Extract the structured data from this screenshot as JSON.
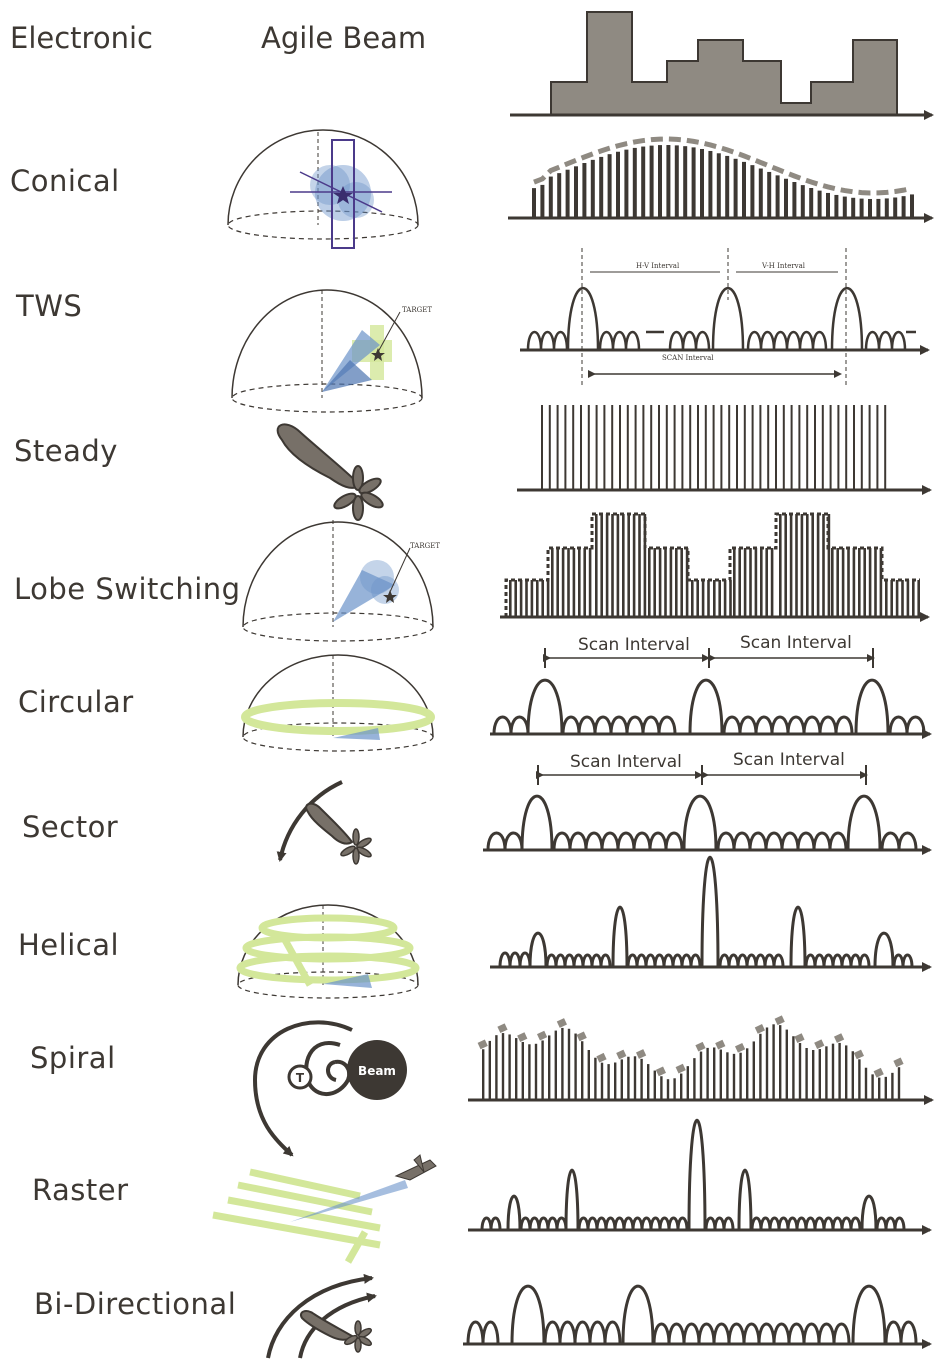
{
  "headers": {
    "type_column": "Electronic",
    "icon_column": "Agile Beam"
  },
  "rows": [
    {
      "id": "electronic",
      "label": "Electronic"
    },
    {
      "id": "conical",
      "label": "Conical"
    },
    {
      "id": "tws",
      "label": "TWS"
    },
    {
      "id": "steady",
      "label": "Steady"
    },
    {
      "id": "lobe",
      "label": "Lobe Switching"
    },
    {
      "id": "circular",
      "label": "Circular"
    },
    {
      "id": "sector",
      "label": "Sector"
    },
    {
      "id": "helical",
      "label": "Helical"
    },
    {
      "id": "spiral",
      "label": "Spiral"
    },
    {
      "id": "raster",
      "label": "Raster"
    },
    {
      "id": "bidir",
      "label": "Bi-Directional"
    }
  ],
  "annotations": {
    "hv_interval": "H-V Interval",
    "vh_interval": "V-H Interval",
    "tws_scan_interval": "SCAN Interval",
    "scan_interval": "Scan Interval",
    "spiral_beam": "Beam",
    "spiral_target": "T",
    "target": "TARGET"
  },
  "colors": {
    "ink": "#3d3833",
    "gray_fill": "#8f8a82",
    "beam_blue": "#6b93c9",
    "scan_green": "#d3e79a"
  }
}
